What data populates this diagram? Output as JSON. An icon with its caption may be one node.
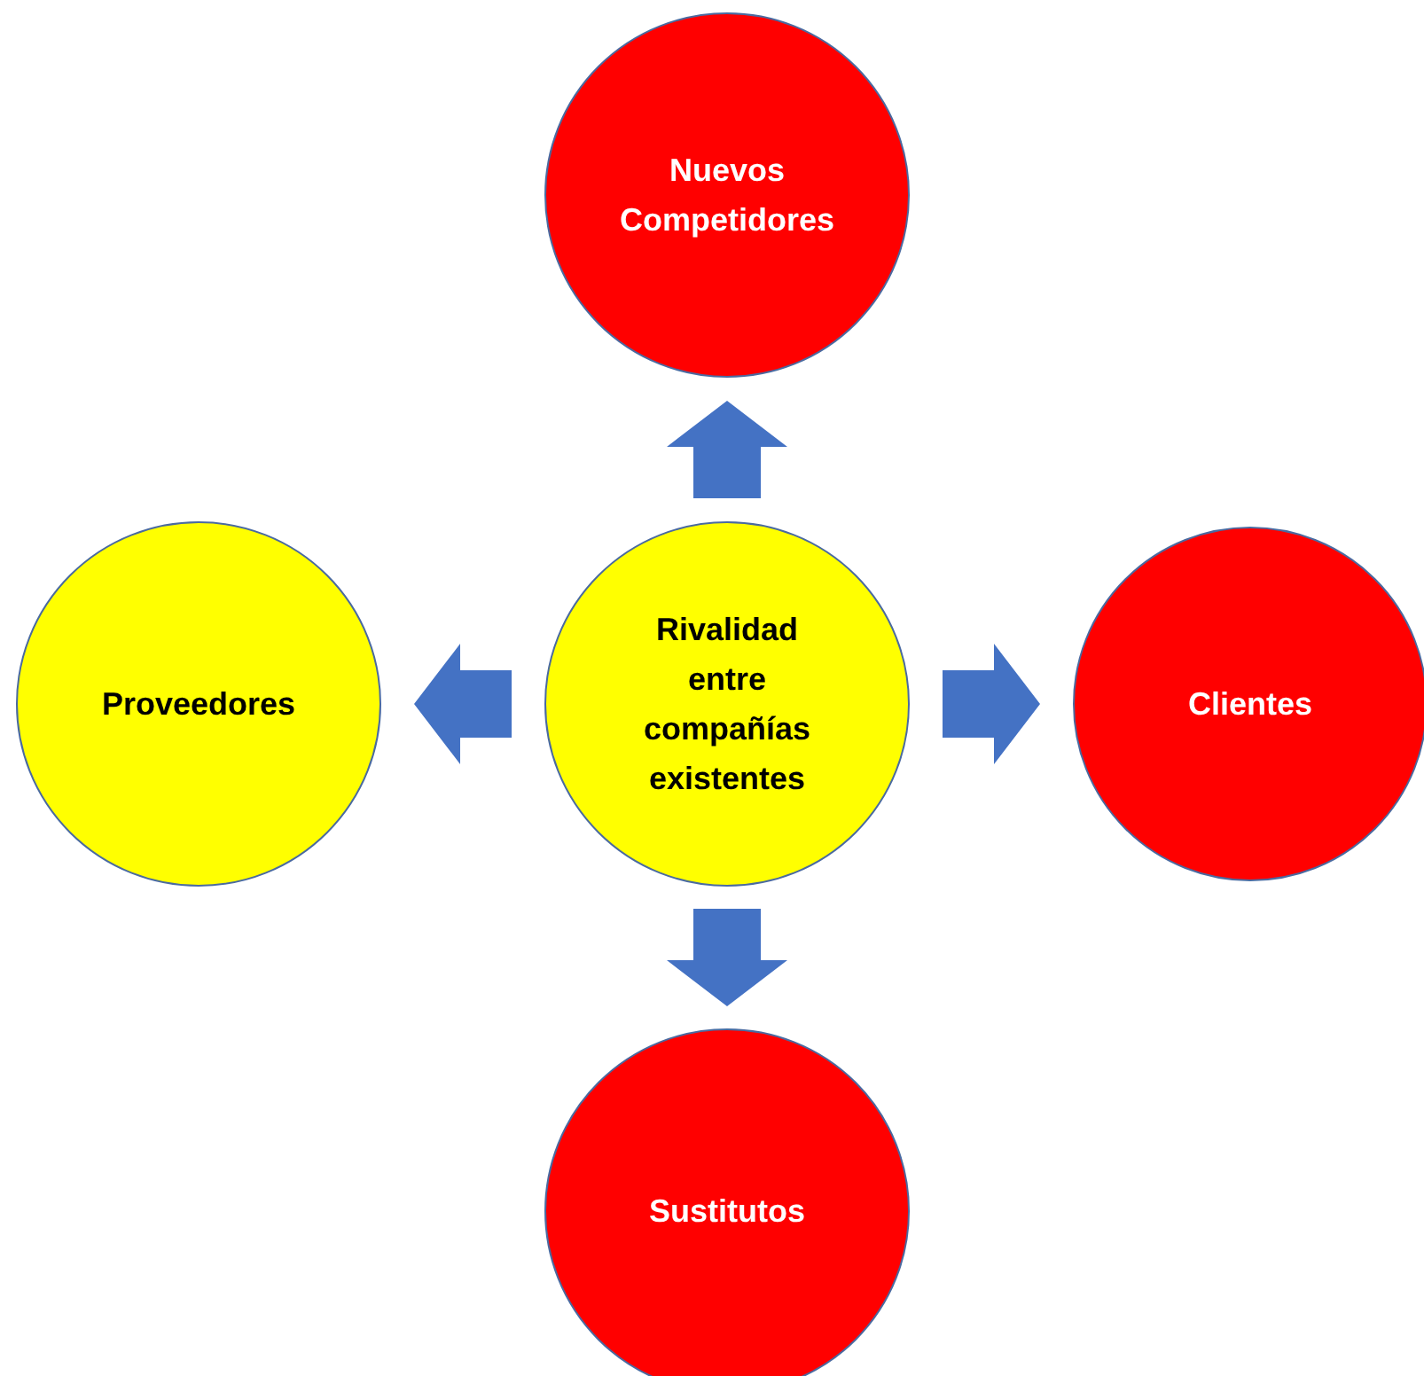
{
  "diagram": {
    "nodes": [
      {
        "text": [
          "Nuevos Competidores"
        ]
      },
      {
        "text": [
          "Proveedores"
        ]
      },
      {
        "text": [
          "Rivalidad entre compañías existentes"
        ]
      },
      {
        "text": [
          "Clientes"
        ]
      },
      {
        "text": [
          "Sustitutos"
        ]
      }
    ],
    "edges": [
      {
        "from": 2,
        "to": 0,
        "arrow": "to"
      },
      {
        "from": 2,
        "to": 1,
        "arrow": "to"
      },
      {
        "from": 2,
        "to": 3,
        "arrow": "to"
      },
      {
        "from": 2,
        "to": 4,
        "arrow": "to"
      }
    ]
  }
}
